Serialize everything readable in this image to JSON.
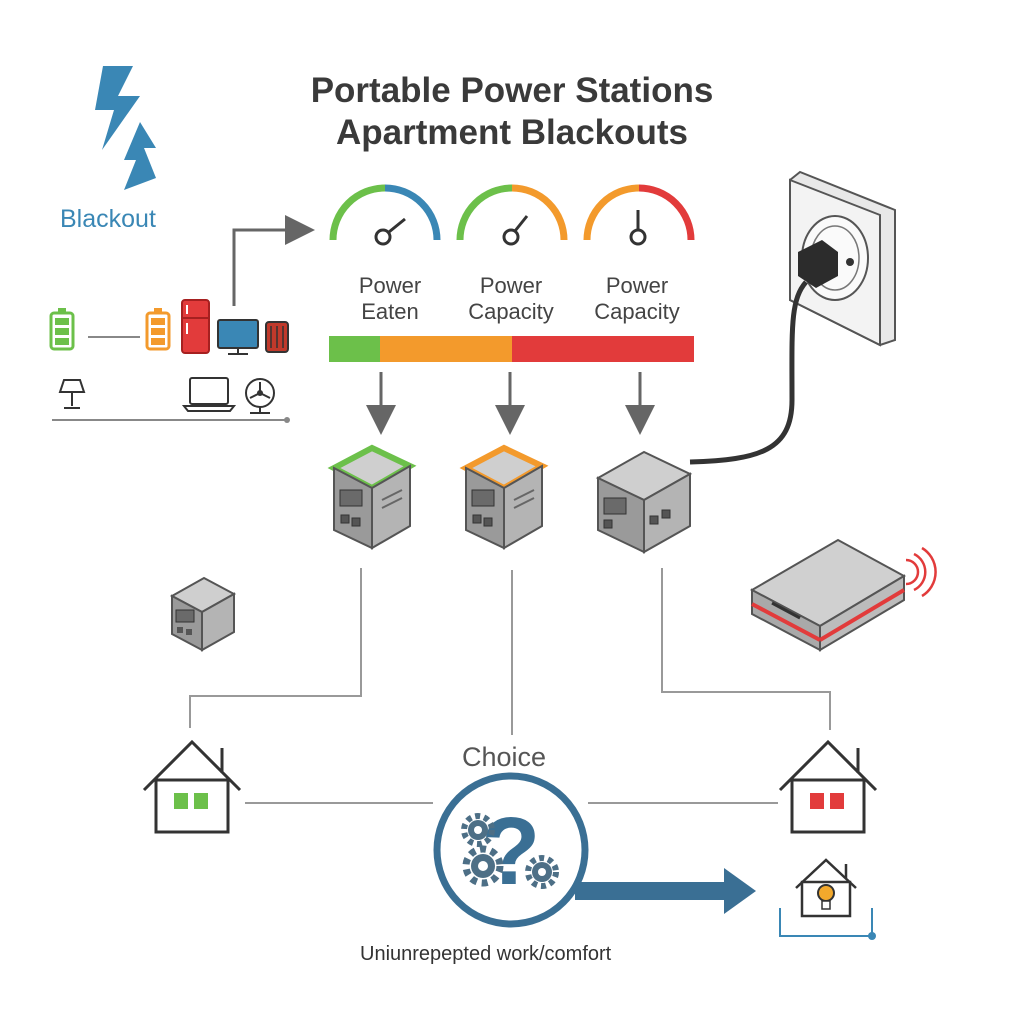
{
  "title": {
    "line1": "Portable Power Stations",
    "line2": "Apartment Blackouts"
  },
  "blackout": {
    "label": "Blackout",
    "icon": "lightning-bolt-icon",
    "color": "#3a87b5"
  },
  "gauges": [
    {
      "label_line1": "Power",
      "label_line2": "Eaten",
      "colors": [
        "#6cc04a",
        "#3a87b5"
      ]
    },
    {
      "label_line1": "Power",
      "label_line2": "Capacity",
      "colors": [
        "#6cc04a",
        "#f39a2c"
      ]
    },
    {
      "label_line1": "Power",
      "label_line2": "Capacity",
      "colors": [
        "#f39a2c",
        "#e23b3b"
      ]
    }
  ],
  "capacity_bar": {
    "segments": [
      {
        "color": "#6cc04a"
      },
      {
        "color": "#f39a2c"
      },
      {
        "color": "#e23b3b"
      }
    ]
  },
  "stations": [
    {
      "accent": "#6cc04a"
    },
    {
      "accent": "#f39a2c"
    },
    {
      "accent": "#9a9a9a",
      "plugged": true
    }
  ],
  "houses": [
    {
      "window_color": "#6cc04a"
    },
    {
      "window_color": "#e23b3b"
    }
  ],
  "choice": {
    "label": "Choice",
    "icon": "question-gears-icon",
    "color": "#3a6f94"
  },
  "footer": {
    "text": "Uniunrepepted work/comfort"
  },
  "colors": {
    "green": "#6cc04a",
    "orange": "#f39a2c",
    "red": "#e23b3b",
    "blue": "#3a87b5",
    "gray": "#8a8a8a"
  }
}
